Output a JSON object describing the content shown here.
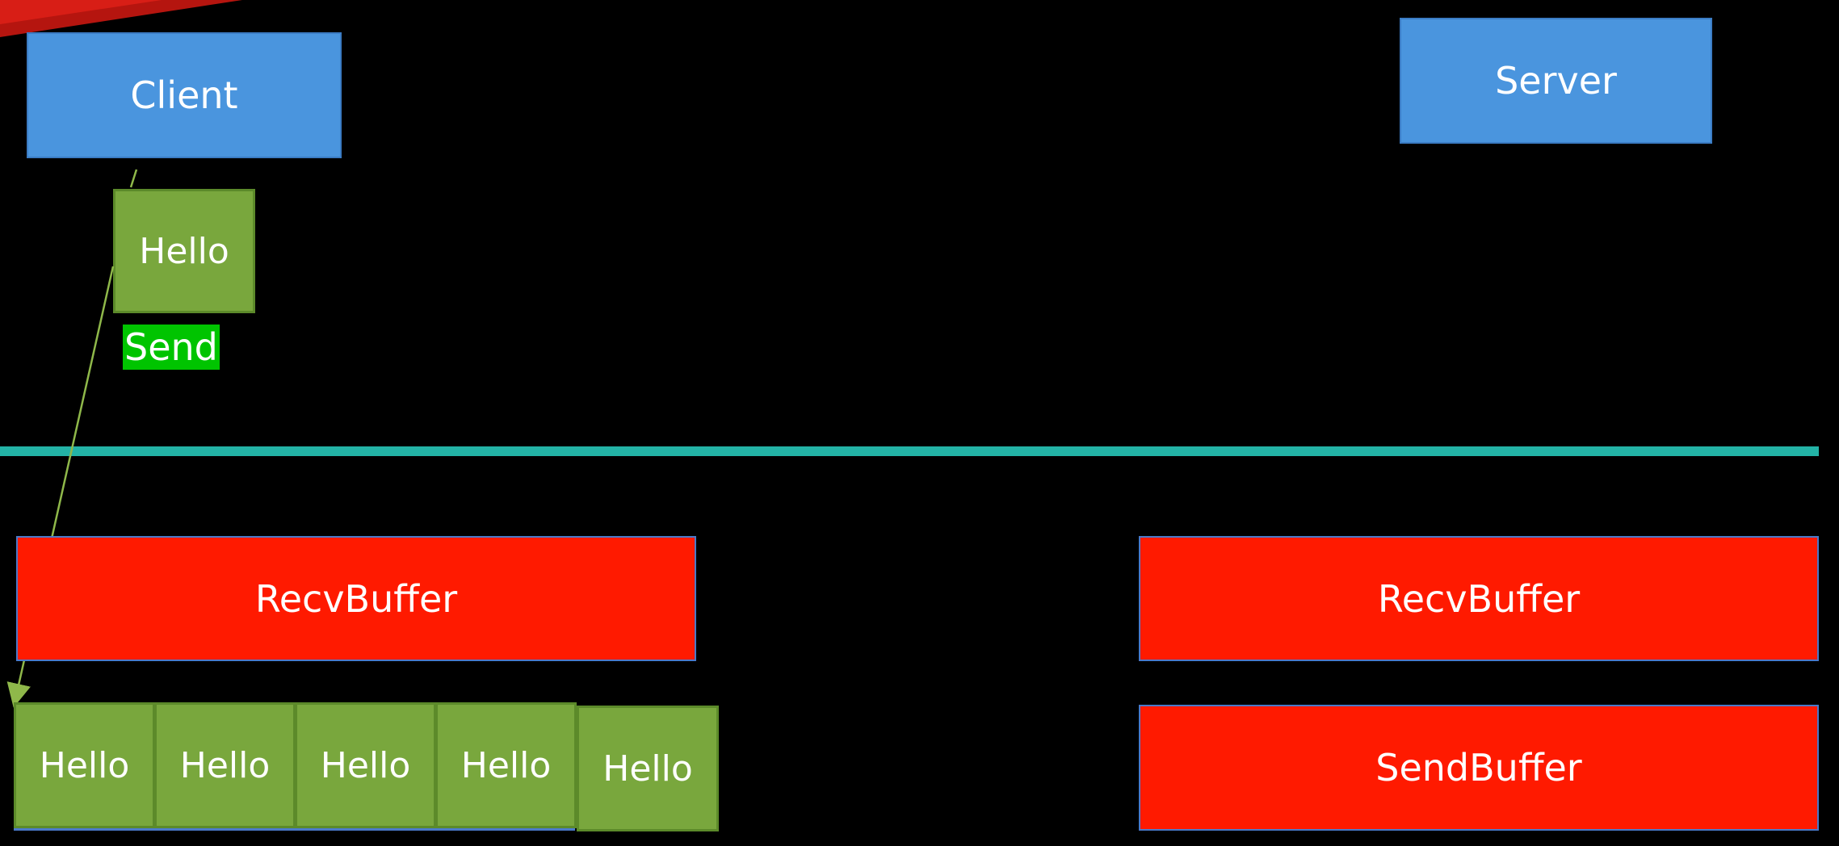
{
  "client": {
    "label": "Client"
  },
  "server": {
    "label": "Server"
  },
  "message": {
    "label": "Hello"
  },
  "send_tag": {
    "label": "Send"
  },
  "client_recv_buffer": {
    "label": "RecvBuffer"
  },
  "client_send_buffer": {
    "items": [
      "Hello",
      "Hello",
      "Hello",
      "Hello",
      "Hello"
    ]
  },
  "server_recv_buffer": {
    "label": "RecvBuffer"
  },
  "server_send_buffer": {
    "label": "SendBuffer"
  },
  "colors": {
    "background": "#000000",
    "node": "#4a95de",
    "buffer": "#ff1a00",
    "packet": "#79a73d",
    "send_highlight": "#00c400",
    "divider": "#23b3a6"
  }
}
